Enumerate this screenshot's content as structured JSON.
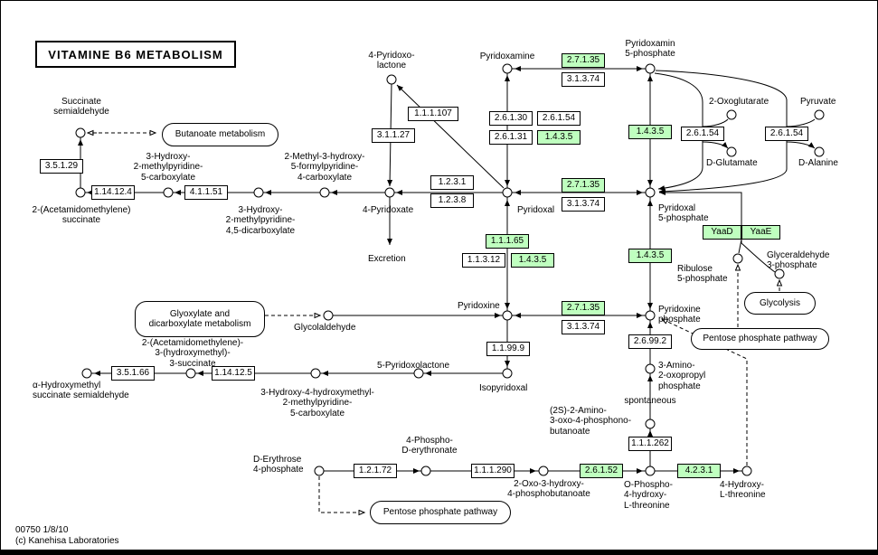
{
  "title": "VITAMINE B6 METABOLISM",
  "footer": {
    "map_id": "00750 1/8/10",
    "copyright": "(c) Kanehisa Laboratories"
  },
  "colors": {
    "highlight_green": "#BFFFBF",
    "line_color": "#000000",
    "background": "#FFFFFF"
  },
  "pathway_links": [
    {
      "label": "Butanoate metabolism"
    },
    {
      "label": "Glyoxylate and\ndicarboxylate metabolism"
    },
    {
      "label": "Glycolysis"
    },
    {
      "label": "Pentose phosphate pathway"
    },
    {
      "label": "Pentose phosphate pathway"
    }
  ],
  "enzymes": [
    {
      "label": "2.7.1.35",
      "highlighted": true
    },
    {
      "label": "3.1.3.74",
      "highlighted": false
    },
    {
      "label": "2.6.1.30",
      "highlighted": false
    },
    {
      "label": "2.6.1.54",
      "highlighted": false
    },
    {
      "label": "2.6.1.31",
      "highlighted": false
    },
    {
      "label": "1.4.3.5",
      "highlighted": true
    },
    {
      "label": "1.4.3.5",
      "highlighted": true
    },
    {
      "label": "2.6.1.54",
      "highlighted": false
    },
    {
      "label": "2.6.1.54",
      "highlighted": false
    },
    {
      "label": "1.1.1.107",
      "highlighted": false
    },
    {
      "label": "3.1.1.27",
      "highlighted": false
    },
    {
      "label": "1.2.3.1",
      "highlighted": false
    },
    {
      "label": "1.2.3.8",
      "highlighted": false
    },
    {
      "label": "2.7.1.35",
      "highlighted": true
    },
    {
      "label": "3.1.3.74",
      "highlighted": false
    },
    {
      "label": "3.5.1.29",
      "highlighted": false
    },
    {
      "label": "1.14.12.4",
      "highlighted": false
    },
    {
      "label": "4.1.1.51",
      "highlighted": false
    },
    {
      "label": "1.1.1.65",
      "highlighted": true
    },
    {
      "label": "1.1.3.12",
      "highlighted": false
    },
    {
      "label": "1.4.3.5",
      "highlighted": true
    },
    {
      "label": "1.4.3.5",
      "highlighted": true
    },
    {
      "label": "2.7.1.35",
      "highlighted": true
    },
    {
      "label": "3.1.3.74",
      "highlighted": false
    },
    {
      "label": "YaaD",
      "highlighted": true
    },
    {
      "label": "YaaE",
      "highlighted": true
    },
    {
      "label": "2.6.99.2",
      "highlighted": false
    },
    {
      "label": "1.1.99.9",
      "highlighted": false
    },
    {
      "label": "3.5.1.66",
      "highlighted": false
    },
    {
      "label": "1.14.12.5",
      "highlighted": false
    },
    {
      "label": "1.1.1.262",
      "highlighted": false
    },
    {
      "label": "1.2.1.72",
      "highlighted": false
    },
    {
      "label": "1.1.1.290",
      "highlighted": false
    },
    {
      "label": "2.6.1.52",
      "highlighted": true
    },
    {
      "label": "4.2.3.1",
      "highlighted": true
    }
  ],
  "labels": {
    "succinate_semialdehyde": "Succinate\nsemialdehyde",
    "acetamidomethylene_succinate": "2-(Acetamidomethylene)\nsuccinate",
    "hydroxy_methylpyridine_5_carboxylate": "3-Hydroxy-\n2-methylpyridine-\n5-carboxylate",
    "methyl_hydroxy_formylpyridine_carboxylate": "2-Methyl-3-hydroxy-\n5-formylpyridine-\n4-carboxylate",
    "hydroxy_methylpyridine_dicarboxylate": "3-Hydroxy-\n2-methylpyridine-\n4,5-dicarboxylate",
    "four_pyridoxate": "4-Pyridoxate",
    "excretion": "Excretion",
    "four_pyridoxolactone": "4-Pyridoxo-\nlactone",
    "pyridoxamine": "Pyridoxamine",
    "pyridoxamine_5_phosphate": "Pyridoxamin\n5-phosphate",
    "two_oxoglutarate": "2-Oxoglutarate",
    "pyruvate": "Pyruvate",
    "d_glutamate": "D-Glutamate",
    "d_alanine": "D-Alanine",
    "pyridoxal": "Pyridoxal",
    "pyridoxal_5_phosphate": "Pyridoxal\n5-phosphate",
    "pyridoxine": "Pyridoxine",
    "pyridoxine_phosphate": "Pyridoxine\nphosphate",
    "glycolaldehyde": "Glycolaldehyde",
    "isopyridoxal": "Isopyridoxal",
    "ribulose_5_phosphate": "Ribulose\n5-phosphate",
    "glyceraldehyde_3_phosphate": "Glyceraldehyde\n3-phosphate",
    "amino_oxopropyl_phosphate": "3-Amino-\n2-oxopropyl\nphosphate",
    "spontaneous": "spontaneous",
    "amino_oxo_phosphono_butanoate": "(2S)-2-Amino-\n3-oxo-4-phosphono-\nbutanoate",
    "d_erythrose_4_phosphate": "D-Erythrose\n4-phosphate",
    "four_phospho_d_erythronate": "4-Phospho-\nD-erythronate",
    "oxo_hydroxy_phosphobutanoate": "2-Oxo-3-hydroxy-\n4-phosphobutanoate",
    "o_phospho_hydroxy_threonine": "O-Phospho-\n4-hydroxy-\nL-threonine",
    "four_hydroxy_l_threonine": "4-Hydroxy-\nL-threonine",
    "alpha_hydroxymethyl_succ_semialdehyde": "α-Hydroxymethyl\nsuccinate semialdehyde",
    "acetamidomethylene_hydroxymethyl_succinate": "2-(Acetamidomethylene)-\n3-(hydroxymethyl)-\n3-succinate",
    "hydroxy_hydroxymethyl_methylpyridine": "3-Hydroxy-4-hydroxymethyl-\n2-methylpyridine-\n5-carboxylate",
    "five_pyridoxolactone": "5-Pyridoxolactone"
  }
}
